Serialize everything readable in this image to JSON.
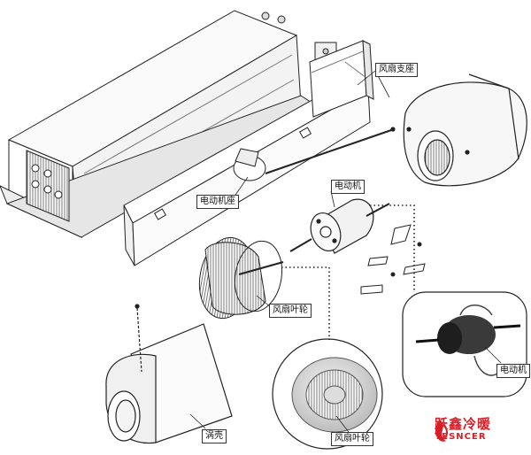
{
  "labels": {
    "fan_bracket": "风扇支座",
    "motor": "电动机",
    "motor_mount": "电动机座",
    "impeller": "风扇叶轮",
    "volute": "涡壳",
    "motor_detail": "电动机",
    "impeller_detail": "风扇叶轮"
  },
  "brand": {
    "name_cn": "跃鑫冷暖",
    "name_en": "YESNCER",
    "color": "#d81e27"
  }
}
